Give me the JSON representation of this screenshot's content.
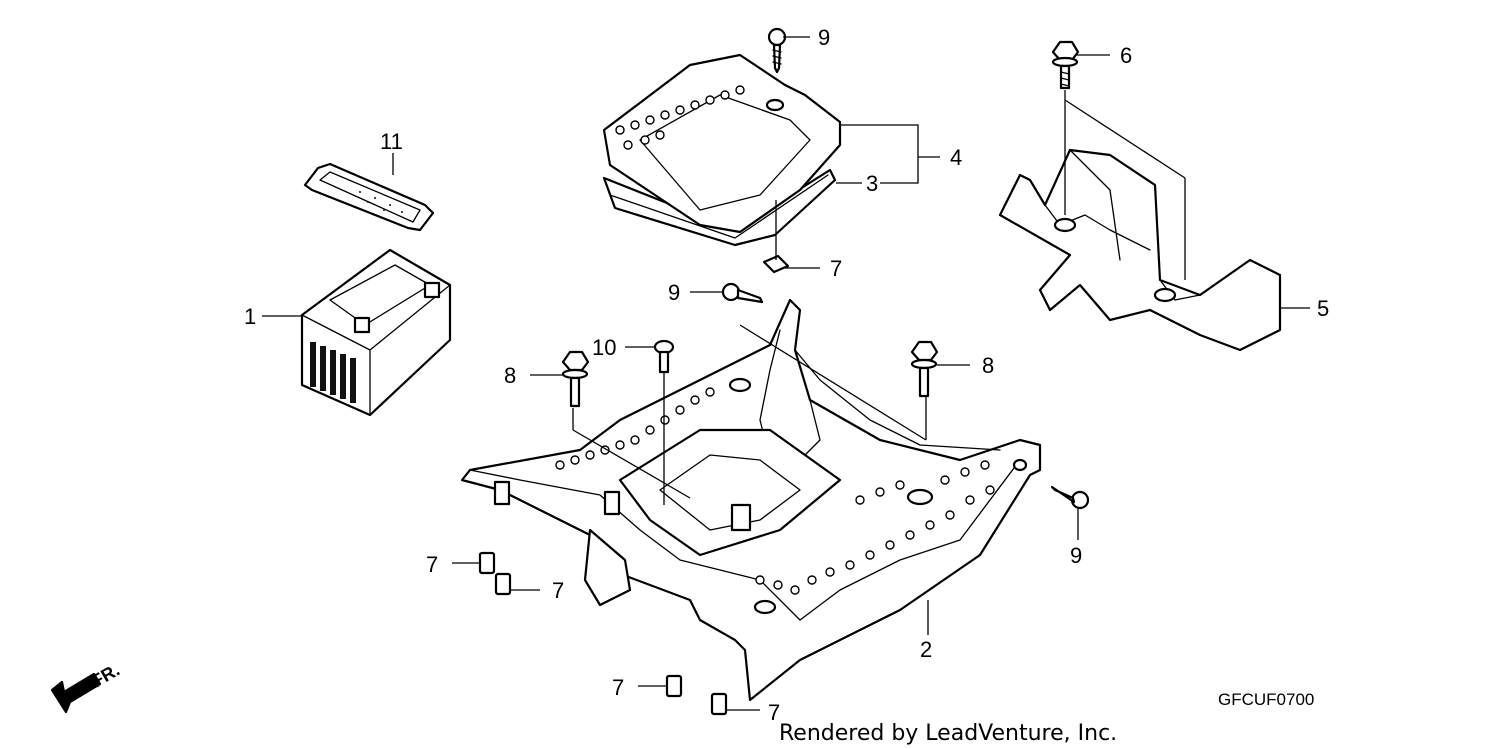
{
  "callouts": {
    "c1": "1",
    "c2": "2",
    "c3": "3",
    "c4": "4",
    "c5": "5",
    "c6": "6",
    "c7a": "7",
    "c7b": "7",
    "c7c": "7",
    "c7d": "7",
    "c7e": "7",
    "c8a": "8",
    "c8b": "8",
    "c9a": "9",
    "c9b": "9",
    "c9c": "9",
    "c10": "10",
    "c11": "11"
  },
  "front_indicator": "FR.",
  "diagram_code": "GFCUF0700",
  "credit": "Rendered by LeadVenture, Inc.",
  "colors": {
    "ink": "#000000",
    "paper": "#ffffff"
  },
  "icons": {
    "front_arrow": "arrow-down-left-icon"
  }
}
